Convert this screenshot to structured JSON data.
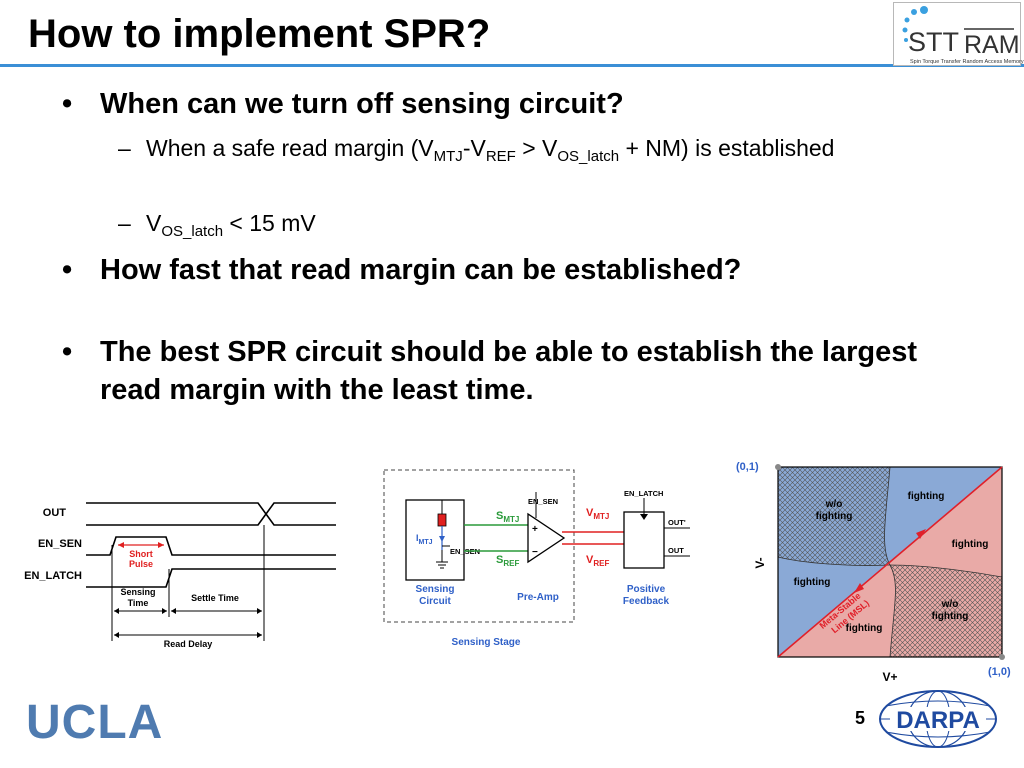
{
  "slide": {
    "title": "How to implement SPR?",
    "page_number": "5",
    "ucla_logo": "UCLA",
    "darpa_logo": "DARPA",
    "sttram_logo": {
      "word_a": "STT",
      "word_b": "RAM",
      "tagline": "Spin Torque Transfer Random Access Memory"
    }
  },
  "bullets": {
    "b1": "When can we turn off sensing circuit?",
    "b1_sub1": {
      "p1": "When a safe read margin (V",
      "s1": "MTJ",
      "p2": "-V",
      "s2": "REF",
      "p3": " > V",
      "s3": "OS_latch",
      "p4": " + NM) is established"
    },
    "b1_sub2": {
      "p1": "V",
      "s1": "OS_latch",
      "p2": " < 15 mV"
    },
    "b2": "How fast that read margin can be established?",
    "b3": "The best SPR circuit should be able to establish the largest read margin with the least time.",
    "bullet_glyph": "•",
    "dash_glyph": "–"
  },
  "timing": {
    "out": "OUT",
    "en_sen": "EN_SEN",
    "en_latch": "EN_LATCH",
    "short": "Short",
    "pulse": "Pulse",
    "sensing": "Sensing",
    "time": "Time",
    "settle": "Settle Time",
    "read_delay": "Read Delay"
  },
  "circuit": {
    "en_sen": "EN_SEN",
    "en_sen2": "EN_SEN",
    "en_latch": "EN_LATCH",
    "i": "I",
    "i_sub": "MTJ",
    "s_mtj": "S",
    "s_mtj_sub": "MTJ",
    "s_ref": "S",
    "s_ref_sub": "REF",
    "v_mtj": "V",
    "v_mtj_sub": "MTJ",
    "v_ref": "V",
    "v_ref_sub": "REF",
    "plus": "+",
    "minus": "−",
    "out_p": "OUT'",
    "out": "OUT",
    "sensing_circuit_1": "Sensing",
    "sensing_circuit_2": "Circuit",
    "pre_amp": "Pre-Amp",
    "positive_1": "Positive",
    "positive_2": "Feedback",
    "stage": "Sensing Stage"
  },
  "phase": {
    "p01": "(0,1)",
    "p10": "(1,0)",
    "vminus": "V-",
    "vplus": "V+",
    "wof1": "w/o",
    "wof2": "fighting",
    "f1": "fighting",
    "f2": "fighting",
    "f3": "fighting",
    "f4": "fighting",
    "wof3": "w/o",
    "wof4": "fighting",
    "msl1": "Meta-Stable",
    "msl2": "Line (MSL)",
    "colors": {
      "blue": "#8aa9d6",
      "pink": "#e9aaa7",
      "line": "#e0202a"
    }
  }
}
